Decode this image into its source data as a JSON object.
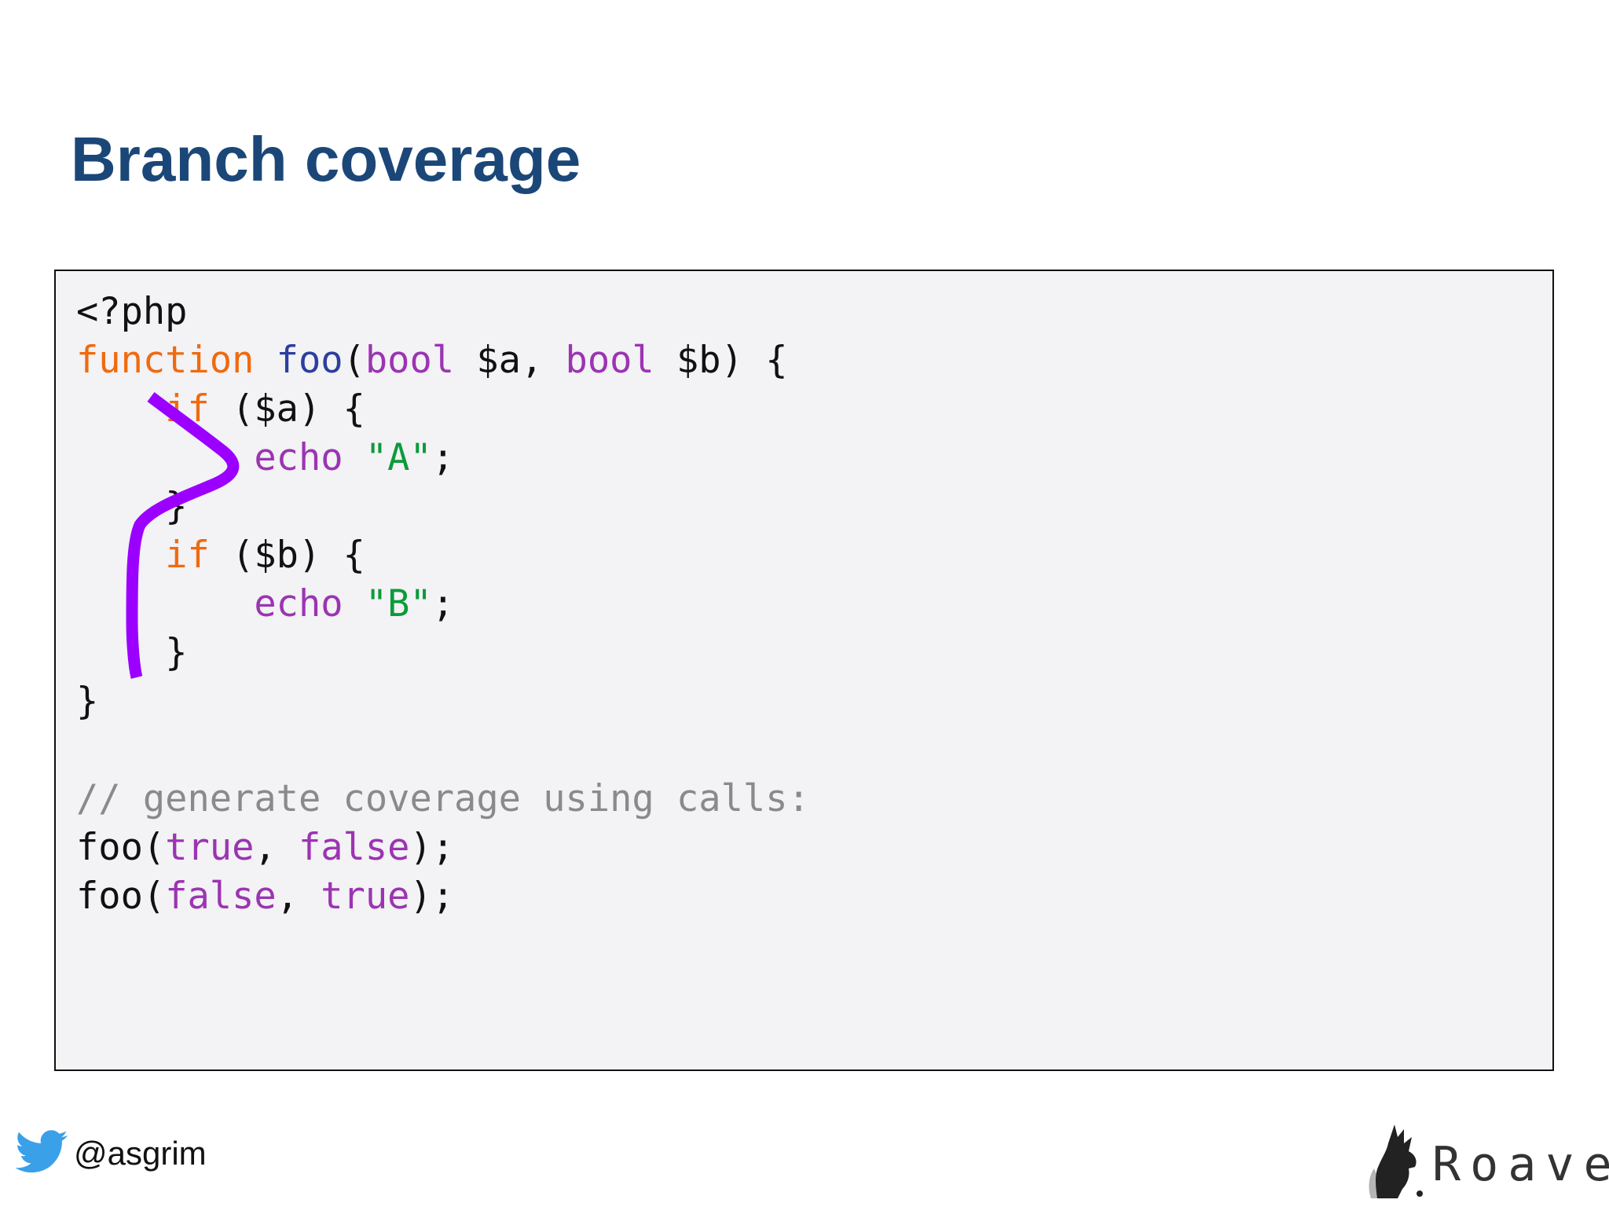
{
  "slide": {
    "title": "Branch coverage"
  },
  "code": {
    "line1": "<?php",
    "line2": {
      "kw": "function",
      "fn": "foo",
      "p1": "(",
      "t1": "bool",
      "p2": " $a, ",
      "t2": "bool",
      "p3": " $b) {"
    },
    "line3": {
      "indent": "    ",
      "kw": "if",
      "rest": " ($a) {"
    },
    "line4": {
      "indent": "        ",
      "kw": "echo",
      "sp": " ",
      "str": "\"A\"",
      "rest": ";"
    },
    "line5": {
      "indent": "    ",
      "rest": "}"
    },
    "line6": {
      "indent": "    ",
      "kw": "if",
      "rest": " ($b) {"
    },
    "line7": {
      "indent": "        ",
      "kw": "echo",
      "sp": " ",
      "str": "\"B\"",
      "rest": ";"
    },
    "line8": {
      "indent": "    ",
      "rest": "}"
    },
    "line9": "}",
    "line10": "",
    "line11": "// generate coverage using calls:",
    "line12": {
      "fn": "foo(",
      "a1": "true",
      "sep": ", ",
      "a2": "false",
      "end": ");"
    },
    "line13": {
      "fn": "foo(",
      "a1": "false",
      "sep": ", ",
      "a2": "true",
      "end": ");"
    }
  },
  "annotation": {
    "path_color": "#9b00ff"
  },
  "footer": {
    "handle": "@asgrim",
    "brand": "Roave"
  },
  "colors": {
    "title": "#1b4778",
    "keyword": "#f06a0f",
    "function_name": "#2c3f9e",
    "type": "#9b34b2",
    "string": "#0b9b3a",
    "comment": "#8a8a8a",
    "twitter": "#3aa0e8"
  }
}
